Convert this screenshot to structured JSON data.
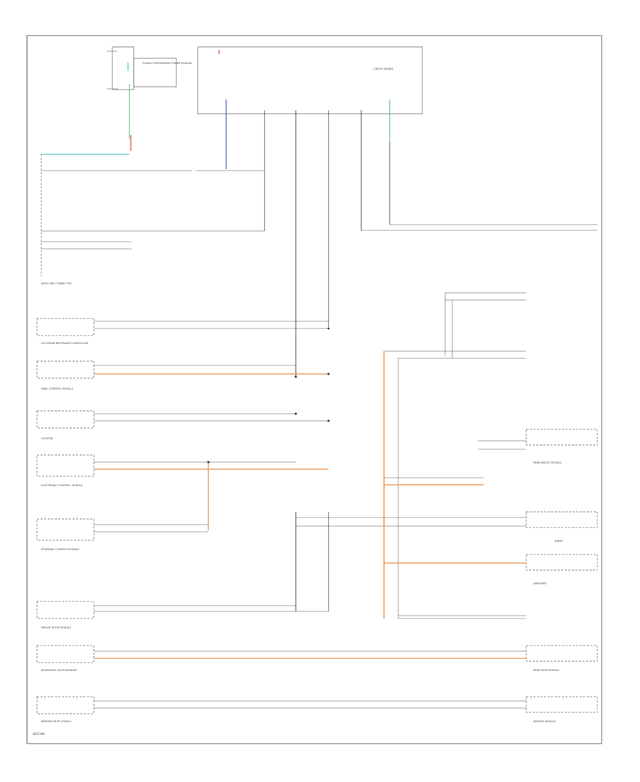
{
  "footer_code": "W1234A",
  "colors": {
    "can_high": "#f0a060",
    "accent_blue": "#6a7ccf",
    "accent_green": "#55c070",
    "accent_cyan": "#55c8c8",
    "accent_red": "#d44444"
  },
  "circuit_board": {
    "label": "CIRCUIT BOARD"
  },
  "fuse_block": {
    "label": "TOTALLY INTEGRATED POWER MODULE"
  },
  "left_connector": {
    "label": "DATA LINK CONNECTOR"
  },
  "modules_left": [
    {
      "label": "OCCUPANT RESTRAINT CONTROLLER"
    },
    {
      "label": "HVAC CONTROL MODULE"
    },
    {
      "label": "CLUSTER"
    },
    {
      "label": "ELECTRONIC CONTROL MODULE"
    },
    {
      "label": "STEERING CONTROL MODULE"
    },
    {
      "label": "DRIVER DOOR MODULE"
    },
    {
      "label": "PASSENGER DOOR MODULE"
    },
    {
      "label": "MEMORY SEAT MODULE"
    }
  ],
  "modules_right": [
    {
      "label": "PARK ASSIST MODULE"
    },
    {
      "label": "RADIO"
    },
    {
      "label": "AMPLIFIER"
    },
    {
      "label": "REAR SEAT MODULE"
    },
    {
      "label": "SENSOR MODULE"
    }
  ]
}
